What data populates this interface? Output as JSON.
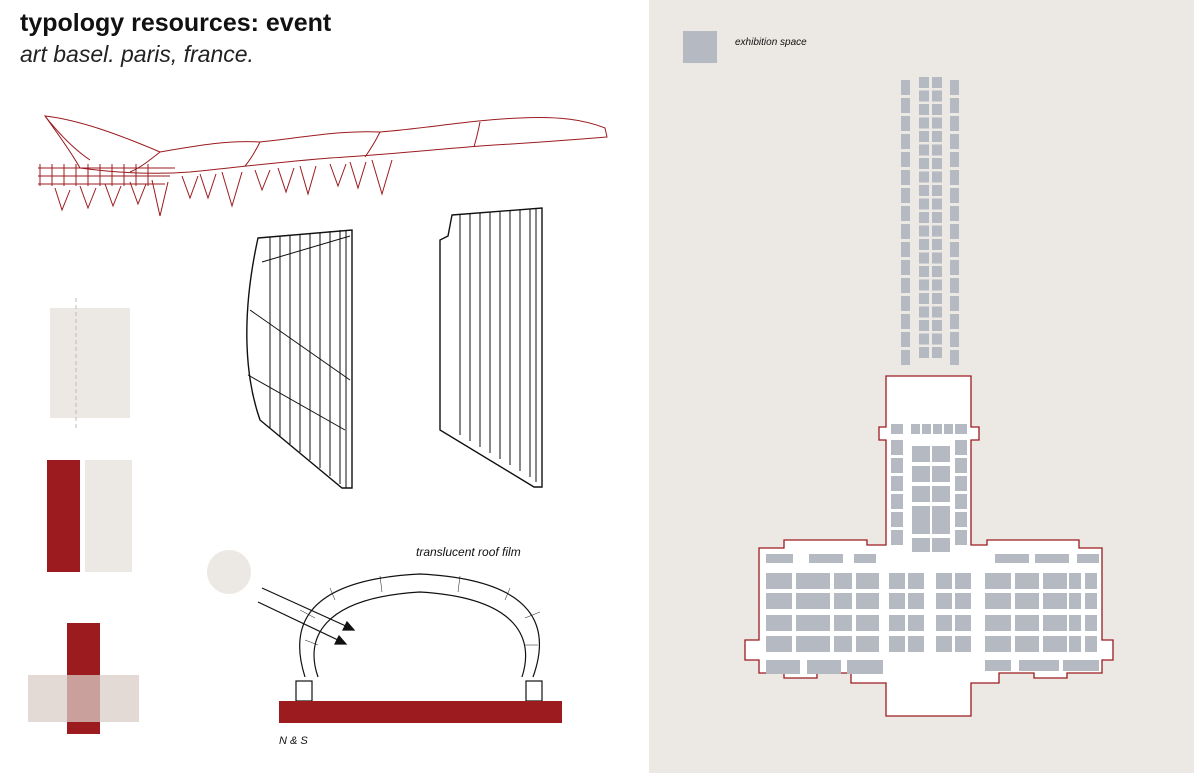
{
  "header": {
    "title": "typology resources: event",
    "subtitle": "art basel. paris, france."
  },
  "legend": {
    "label": "exhibition space",
    "swatch_color": "#b4b9c2"
  },
  "section": {
    "roof_label": "translucent roof film",
    "ground_label": "N & S"
  },
  "colors": {
    "accent_red": "#9b1b1f",
    "beige": "#ece8e3",
    "plan_outline": "#9b1b1f",
    "booth": "#b4b9c2"
  },
  "icons": [
    "sun-icon",
    "sun-ray-arrow-icon"
  ]
}
